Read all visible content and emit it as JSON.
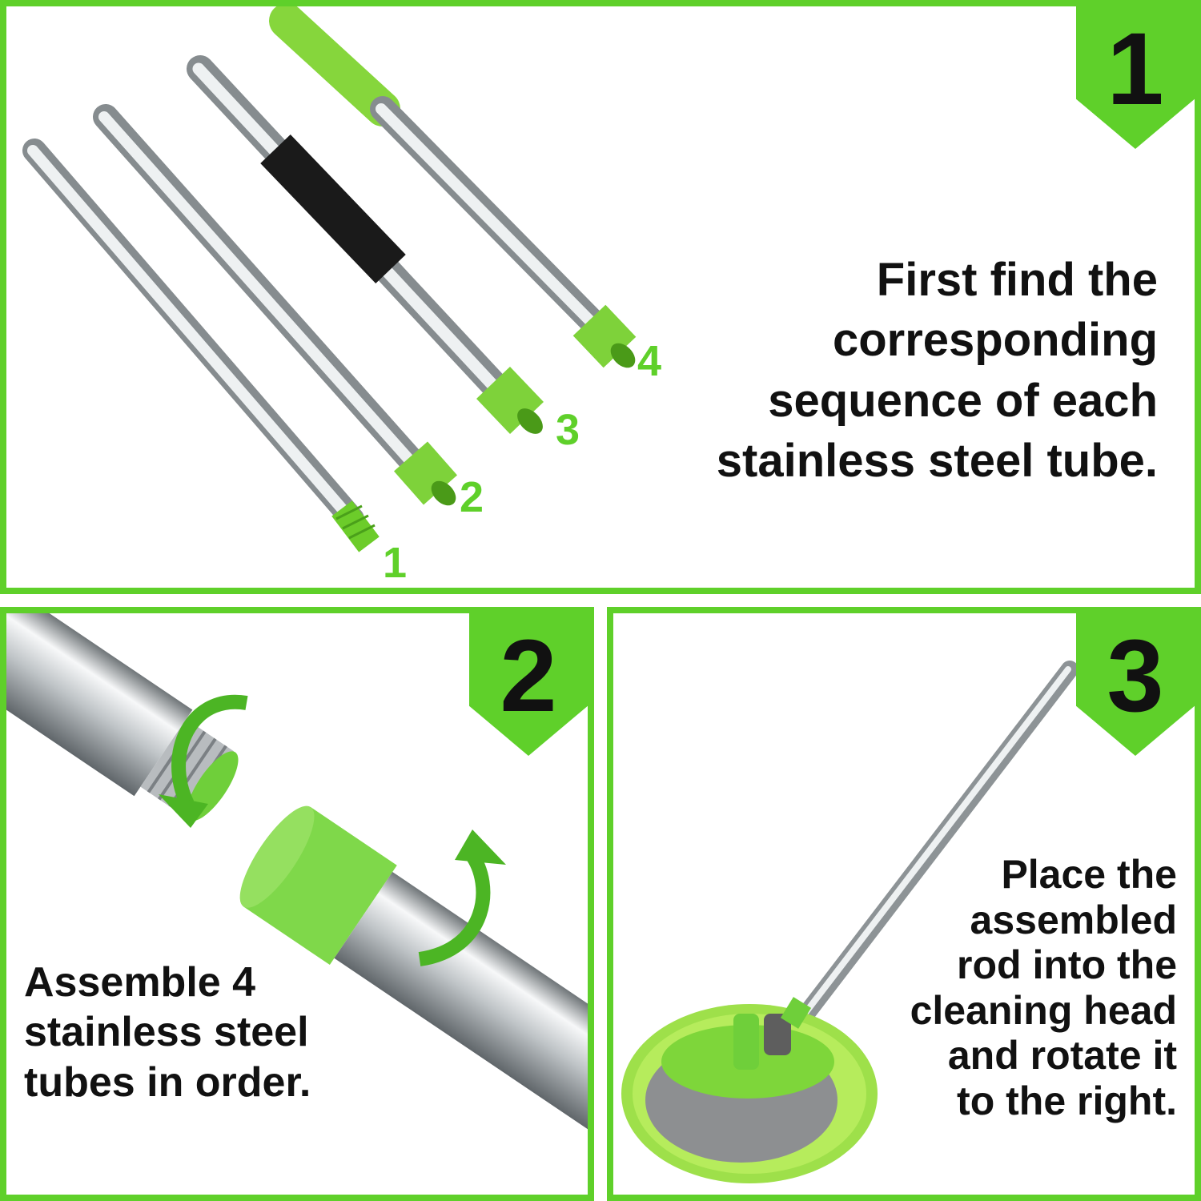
{
  "colors": {
    "accent": "#5fd02a",
    "text": "#111111",
    "steel": "#d0d4d6"
  },
  "steps": [
    {
      "number": "1",
      "lines": [
        "First find the",
        "corresponding",
        "sequence of each",
        "stainless steel tube."
      ],
      "tube_labels": [
        "1",
        "2",
        "3",
        "4"
      ]
    },
    {
      "number": "2",
      "lines": [
        "Assemble 4",
        "stainless steel",
        "tubes in order."
      ]
    },
    {
      "number": "3",
      "lines": [
        "Place the",
        "assembled",
        "rod into the",
        "cleaning head",
        "and rotate it",
        "to the right."
      ]
    }
  ],
  "icons": [
    "rotate-arrow-icon",
    "rotate-arrow-icon"
  ]
}
